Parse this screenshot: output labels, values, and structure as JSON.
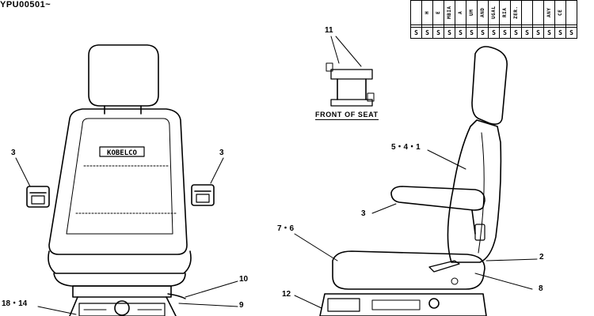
{
  "serial_range": "YPU00501~",
  "caption": "FRONT OF SEAT",
  "seat_logo": "KOBELCO",
  "callouts": {
    "front_left_3": "3",
    "front_right_3": "3",
    "front_10": "10",
    "front_9": "9",
    "front_18_14": "18・14",
    "detail_11": "11",
    "side_5_4_1": "5・4・1",
    "side_3": "3",
    "side_7_6": "7・6",
    "side_2": "2",
    "side_8": "8",
    "side_12": "12"
  },
  "code_table": {
    "headers": [
      "",
      "H",
      "E",
      "MBIA",
      "A",
      "UM",
      "AND",
      "UGAL",
      "RIA",
      "ZER.",
      "",
      "ANY",
      "CE"
    ],
    "flags": [
      "S",
      "S",
      "S",
      "S",
      "S",
      "S",
      "S",
      "S",
      "S",
      "S",
      "S",
      "S",
      "S",
      "S",
      "S"
    ]
  }
}
